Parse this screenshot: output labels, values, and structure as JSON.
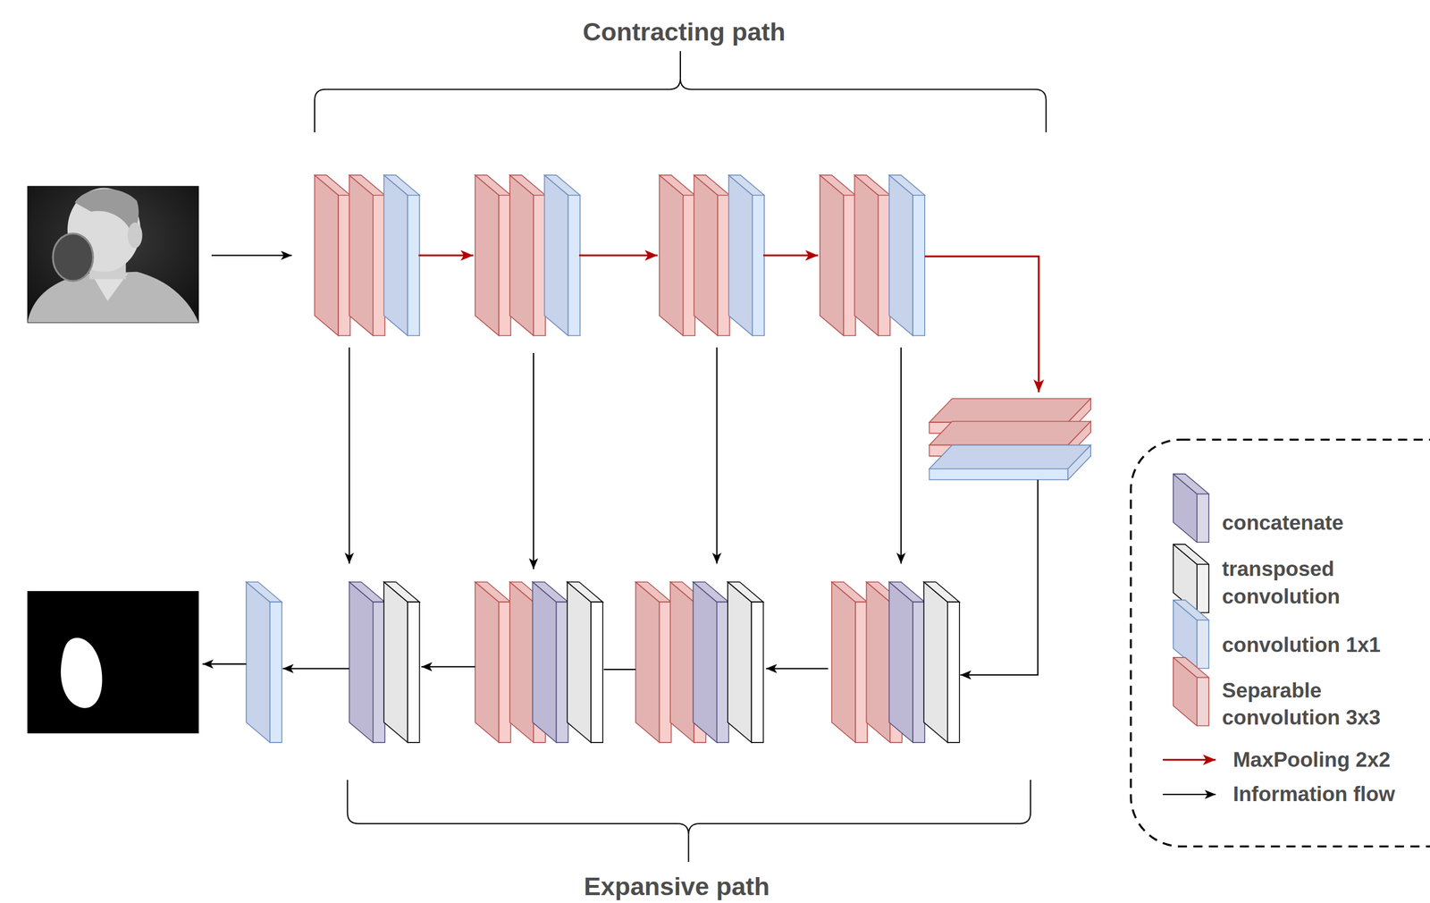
{
  "diagram": {
    "labels": [
      "Contracting path",
      "Expansive path"
    ],
    "legend": [
      {
        "text": "concatenate",
        "color": "#bdb9d4"
      },
      {
        "text": "transposed convolution",
        "color": "#e6e6e6"
      },
      {
        "text": "convolution 1x1",
        "color": "#c6d3ea"
      },
      {
        "text": "Separable convolution 3x3",
        "color": "#e3b3b2"
      },
      {
        "text": "MaxPooling 2x2"
      },
      {
        "text": "Information flow"
      }
    ]
  }
}
